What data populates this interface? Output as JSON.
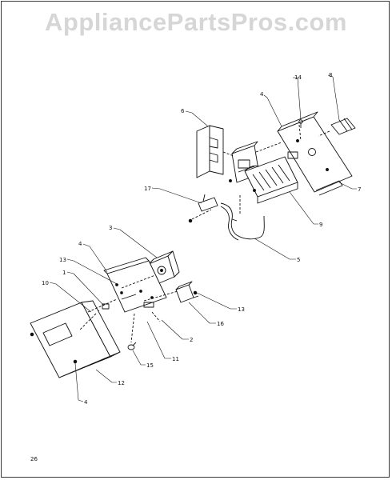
{
  "watermark": "AppliancePartsPros.com",
  "page_number": "26",
  "callouts": {
    "c14": "14",
    "c8": "8",
    "c4a": "4",
    "c6": "6",
    "c7": "7",
    "c17": "17",
    "c9": "9",
    "c5": "5",
    "c3": "3",
    "c4b": "4",
    "c13a": "13",
    "c1": "1",
    "c10": "10",
    "c13b": "13",
    "c16": "16",
    "c2": "2",
    "c11": "11",
    "c15": "15",
    "c12": "12",
    "c4c": "4"
  },
  "colors": {
    "line": "#111111",
    "watermark": "#d6d6d6"
  }
}
